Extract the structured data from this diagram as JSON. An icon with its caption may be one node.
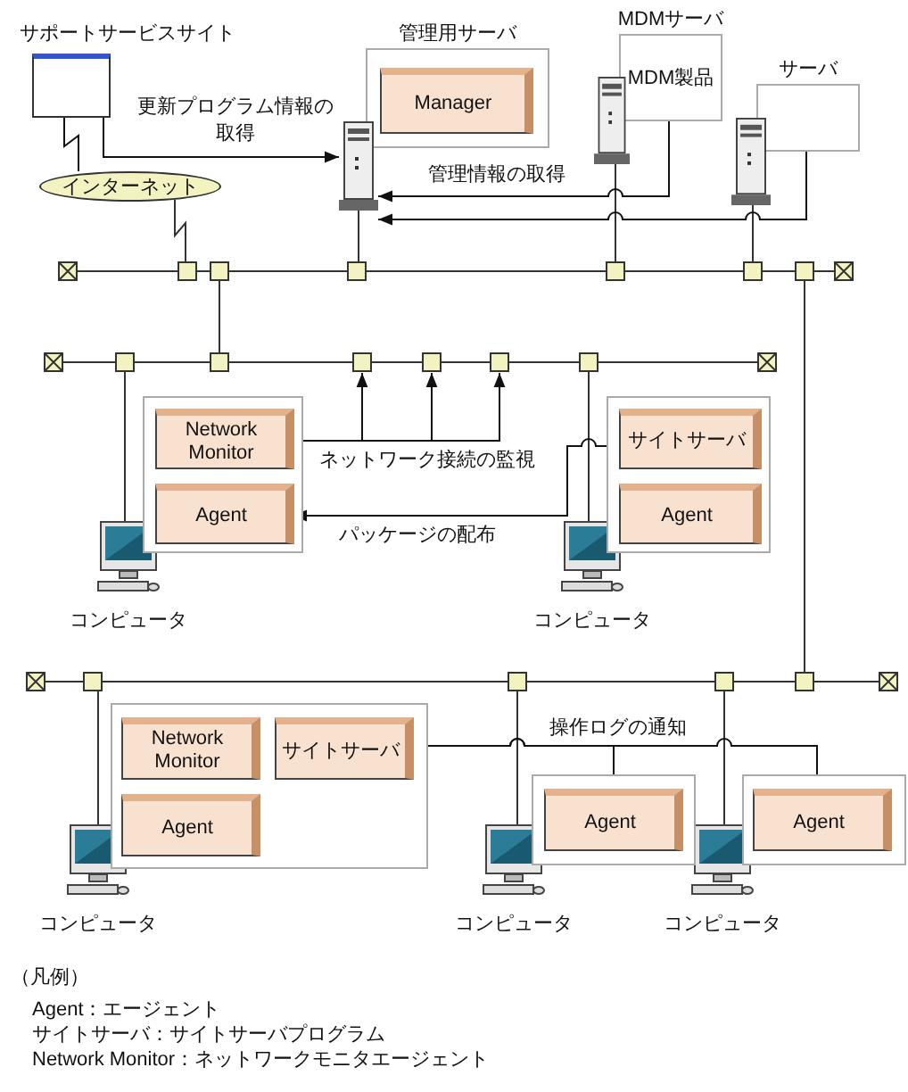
{
  "diagram": {
    "nodes": [
      {
        "text": [
          "サポートサービスサイト"
        ]
      },
      {
        "text": [
          "インターネット"
        ]
      },
      {
        "text": [
          "管理用サーバ"
        ]
      },
      {
        "text": [
          "Manager"
        ],
        "in": 2
      },
      {
        "text": [],
        "shape": "picture"
      },
      {
        "text": [
          "MDMサーバ",
          "MDM製品"
        ]
      },
      {
        "text": [],
        "shape": "picture"
      },
      {
        "text": [
          "サーバ"
        ]
      },
      {
        "text": [],
        "shape": "picture"
      },
      {
        "text": [],
        "shape": "box"
      },
      {
        "text": [
          "Network Monitor"
        ],
        "in": 9
      },
      {
        "text": [
          "Agent"
        ],
        "in": 9
      },
      {
        "text": [
          "コンピュータ"
        ]
      },
      {
        "text": [],
        "shape": "box"
      },
      {
        "text": [
          "サイトサーバ"
        ],
        "in": 13
      },
      {
        "text": [
          "Agent"
        ],
        "in": 13
      },
      {
        "text": [
          "コンピュータ"
        ]
      },
      {
        "text": [],
        "shape": "box"
      },
      {
        "text": [
          "Network Monitor"
        ],
        "in": 17
      },
      {
        "text": [
          "サイトサーバ"
        ],
        "in": 17
      },
      {
        "text": [
          "Agent"
        ],
        "in": 17
      },
      {
        "text": [
          "コンピュータ"
        ]
      },
      {
        "text": [],
        "shape": "box"
      },
      {
        "text": [
          "Agent"
        ],
        "in": 22
      },
      {
        "text": [
          "コンピュータ"
        ]
      },
      {
        "text": [],
        "shape": "box"
      },
      {
        "text": [
          "Agent"
        ],
        "in": 25
      },
      {
        "text": [
          "コンピュータ"
        ]
      }
    ],
    "edges": [
      {
        "from": 0,
        "to": 1,
        "arrow": "none"
      },
      {
        "from": 0,
        "to": 4,
        "arrow": "to",
        "label": "更新プログラム情報の取得"
      },
      {
        "from": 5,
        "to": 4,
        "arrow": "to",
        "label": "管理情報の取得"
      },
      {
        "from": 7,
        "to": 4,
        "arrow": "to"
      },
      {
        "from": 10,
        "to": null,
        "arrow": "to",
        "label": "ネットワーク接続の監視"
      },
      {
        "from": 10,
        "to": null,
        "arrow": "to"
      },
      {
        "from": 10,
        "to": null,
        "arrow": "to"
      },
      {
        "from": 14,
        "to": 11,
        "arrow": "to",
        "label": "パッケージの配布"
      },
      {
        "from": 22,
        "to": 19,
        "arrow": "to",
        "label": "操作ログの通知"
      },
      {
        "from": 25,
        "to": 19,
        "arrow": "to"
      }
    ],
    "labels": [
      "（凡例）",
      "Agent：エージェント",
      "サイトサーバ：サイトサーバプログラム",
      "Network Monitor：ネットワークモニタエージェント"
    ]
  }
}
